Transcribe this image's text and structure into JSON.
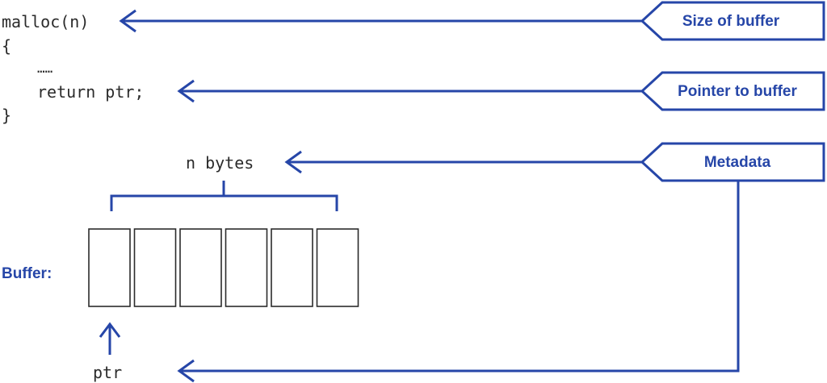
{
  "code": {
    "line1": "malloc(n)",
    "line2": "{",
    "line3": "……",
    "line4": "return ptr;",
    "line5": "}"
  },
  "labels": {
    "size_of_buffer": "Size of buffer",
    "pointer_to_buffer": "Pointer to buffer",
    "metadata": "Metadata"
  },
  "buffer": {
    "label": "Buffer:",
    "bytes_label": "n bytes",
    "cell_count": 6,
    "pointer_label": "ptr"
  },
  "colors": {
    "accent": "#2646a8",
    "cell_border": "#2b2b2b",
    "text": "#2b2b2b"
  },
  "icons": {
    "arrow": "arrow-left-icon",
    "tag": "pentagon-tag-icon",
    "up_arrow": "arrow-up-icon"
  }
}
